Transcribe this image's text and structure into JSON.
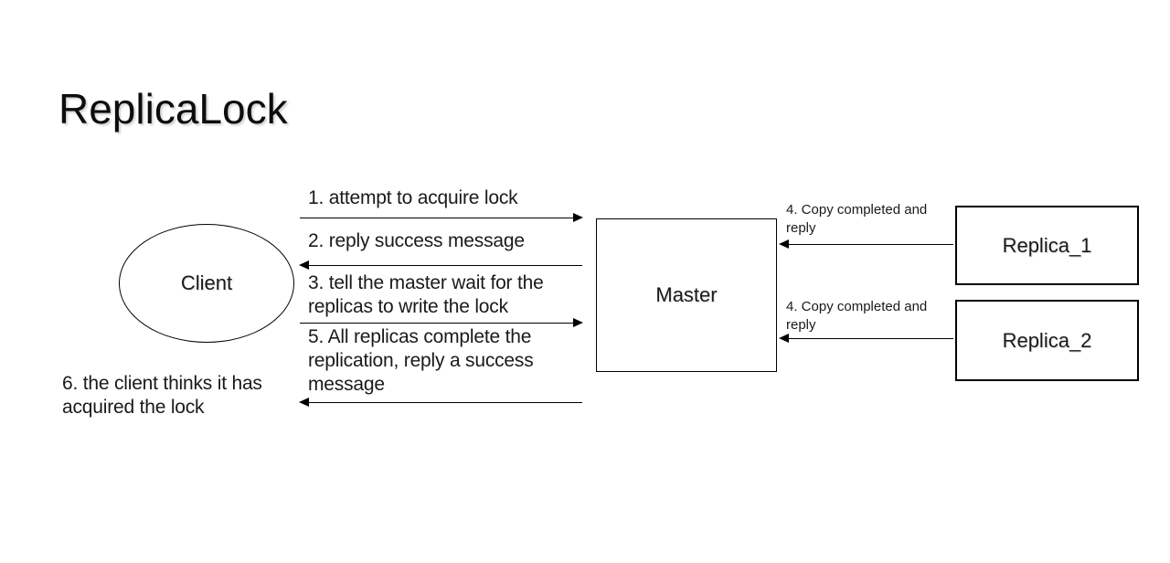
{
  "slide": {
    "title": "ReplicaLock",
    "colors": {
      "background": "#ffffff",
      "stroke": "#000000",
      "text": "#1a1a1a"
    },
    "nodes": {
      "client": {
        "label": "Client",
        "shape": "ellipse"
      },
      "master": {
        "label": "Master",
        "shape": "rectangle"
      },
      "replica1": {
        "label": "Replica_1",
        "shape": "rectangle"
      },
      "replica2": {
        "label": "Replica_2",
        "shape": "rectangle"
      }
    },
    "messages": {
      "m1": {
        "lines": [
          "1. attempt to acquire lock"
        ],
        "arrow": "right",
        "from": "Client",
        "to": "Master"
      },
      "m2": {
        "lines": [
          "2. reply success message"
        ],
        "arrow": "left",
        "from": "Master",
        "to": "Client"
      },
      "m3": {
        "lines": [
          "3. tell the master wait for the",
          "replicas to write the lock"
        ],
        "arrow": "right",
        "from": "Client",
        "to": "Master"
      },
      "m5": {
        "lines": [
          "5. All replicas complete the",
          "replication, reply a success",
          "message"
        ],
        "arrow": "left",
        "from": "Master",
        "to": "Client"
      },
      "m6": {
        "lines": [
          "6. the client thinks it has",
          "acquired the lock"
        ],
        "arrow": "none"
      },
      "m4a": {
        "lines": [
          "4. Copy completed and",
          "reply"
        ],
        "arrow": "left",
        "from": "Replica_1",
        "to": "Master"
      },
      "m4b": {
        "lines": [
          "4. Copy completed and",
          "reply"
        ],
        "arrow": "left",
        "from": "Replica_2",
        "to": "Master"
      }
    }
  }
}
